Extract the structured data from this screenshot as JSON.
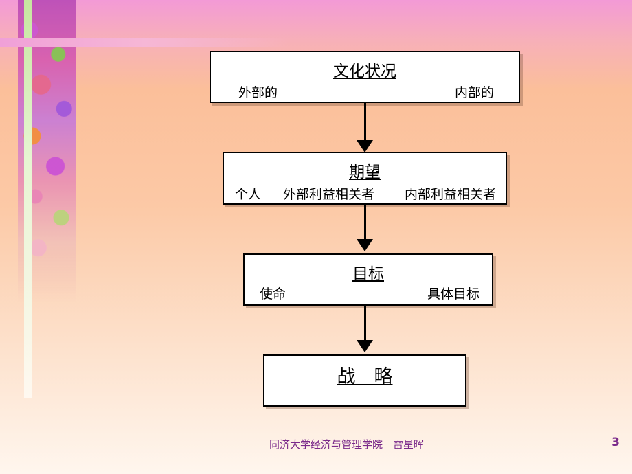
{
  "diagram": {
    "box1": {
      "title": "文化状况",
      "left": "外部的",
      "right": "内部的"
    },
    "box2": {
      "title": "期望",
      "item1": "个人",
      "item2": "外部利益相关者",
      "item3": "内部利益相关者"
    },
    "box3": {
      "title": "目标",
      "left": "使命",
      "right": "具体目标"
    },
    "box4": {
      "title": "战　略"
    }
  },
  "footer": {
    "text": "同济大学经济与管理学院　雷星晖",
    "page_number": "3"
  }
}
